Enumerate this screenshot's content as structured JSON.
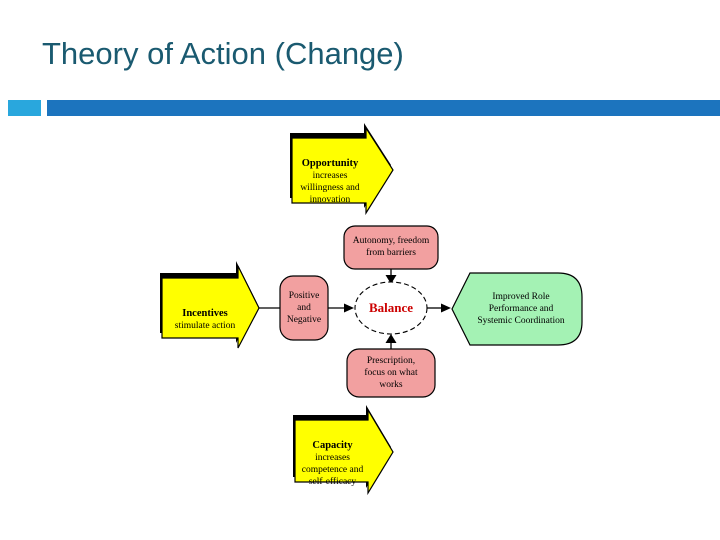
{
  "slide": {
    "title": "Theory of Action (Change)"
  },
  "colors": {
    "title_text": "#1a5a70",
    "accent_bar": "#1c74be",
    "accent_square": "#29a7dd",
    "arrow_yellow": "#ffff00",
    "box_pink": "#f2a0a0",
    "shape_green": "#a4f2b4",
    "oval_fill": "#ffffff",
    "balance_text": "#cc0000",
    "outline": "#000000"
  },
  "diagram": {
    "arrows": {
      "opportunity": {
        "title": "Opportunity",
        "body": "increases\nwillingness and\ninnovation"
      },
      "incentives": {
        "title": "Incentives",
        "body": "stimulate action"
      },
      "capacity": {
        "title": "Capacity",
        "body": "increases\ncompetence and\nself-efficacy"
      }
    },
    "boxes": {
      "autonomy": "Autonomy, freedom\nfrom barriers",
      "positive": "Positive\nand\nNegative",
      "prescription": "Prescription,\nfocus on what\nworks"
    },
    "center": {
      "balance": "Balance"
    },
    "outcome": {
      "improved": "Improved Role\nPerformance and\nSystemic Coordination"
    }
  }
}
